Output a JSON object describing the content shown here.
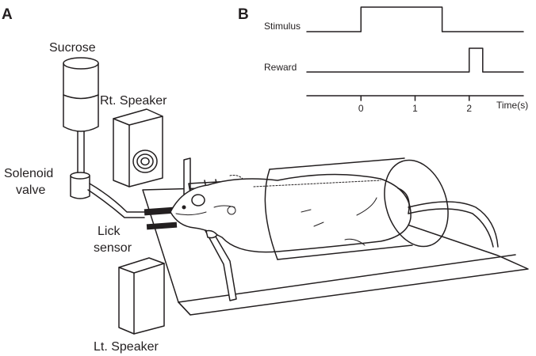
{
  "panel_a": {
    "letter": "A",
    "labels": {
      "sucrose": "Sucrose",
      "rt_speaker": "Rt. Speaker",
      "solenoid_1": "Solenoid",
      "solenoid_2": "valve",
      "lick_1": "Lick",
      "lick_2": "sensor",
      "lt_speaker": "Lt. Speaker"
    }
  },
  "panel_b": {
    "letter": "B",
    "traces": {
      "stimulus": {
        "label": "Stimulus",
        "on": 0,
        "off": 1.5
      },
      "reward": {
        "label": "Reward",
        "on": 2.0,
        "off": 2.25
      }
    },
    "axis": {
      "label": "Time(s)",
      "ticks": [
        {
          "value": 0,
          "label": "0"
        },
        {
          "value": 1,
          "label": "1"
        },
        {
          "value": 2,
          "label": "2"
        }
      ],
      "min": -1.0,
      "max": 3.0
    }
  },
  "colors": {
    "ink": "#231f20",
    "bench_fill": "#ffffff",
    "sensor": "#231f20"
  }
}
